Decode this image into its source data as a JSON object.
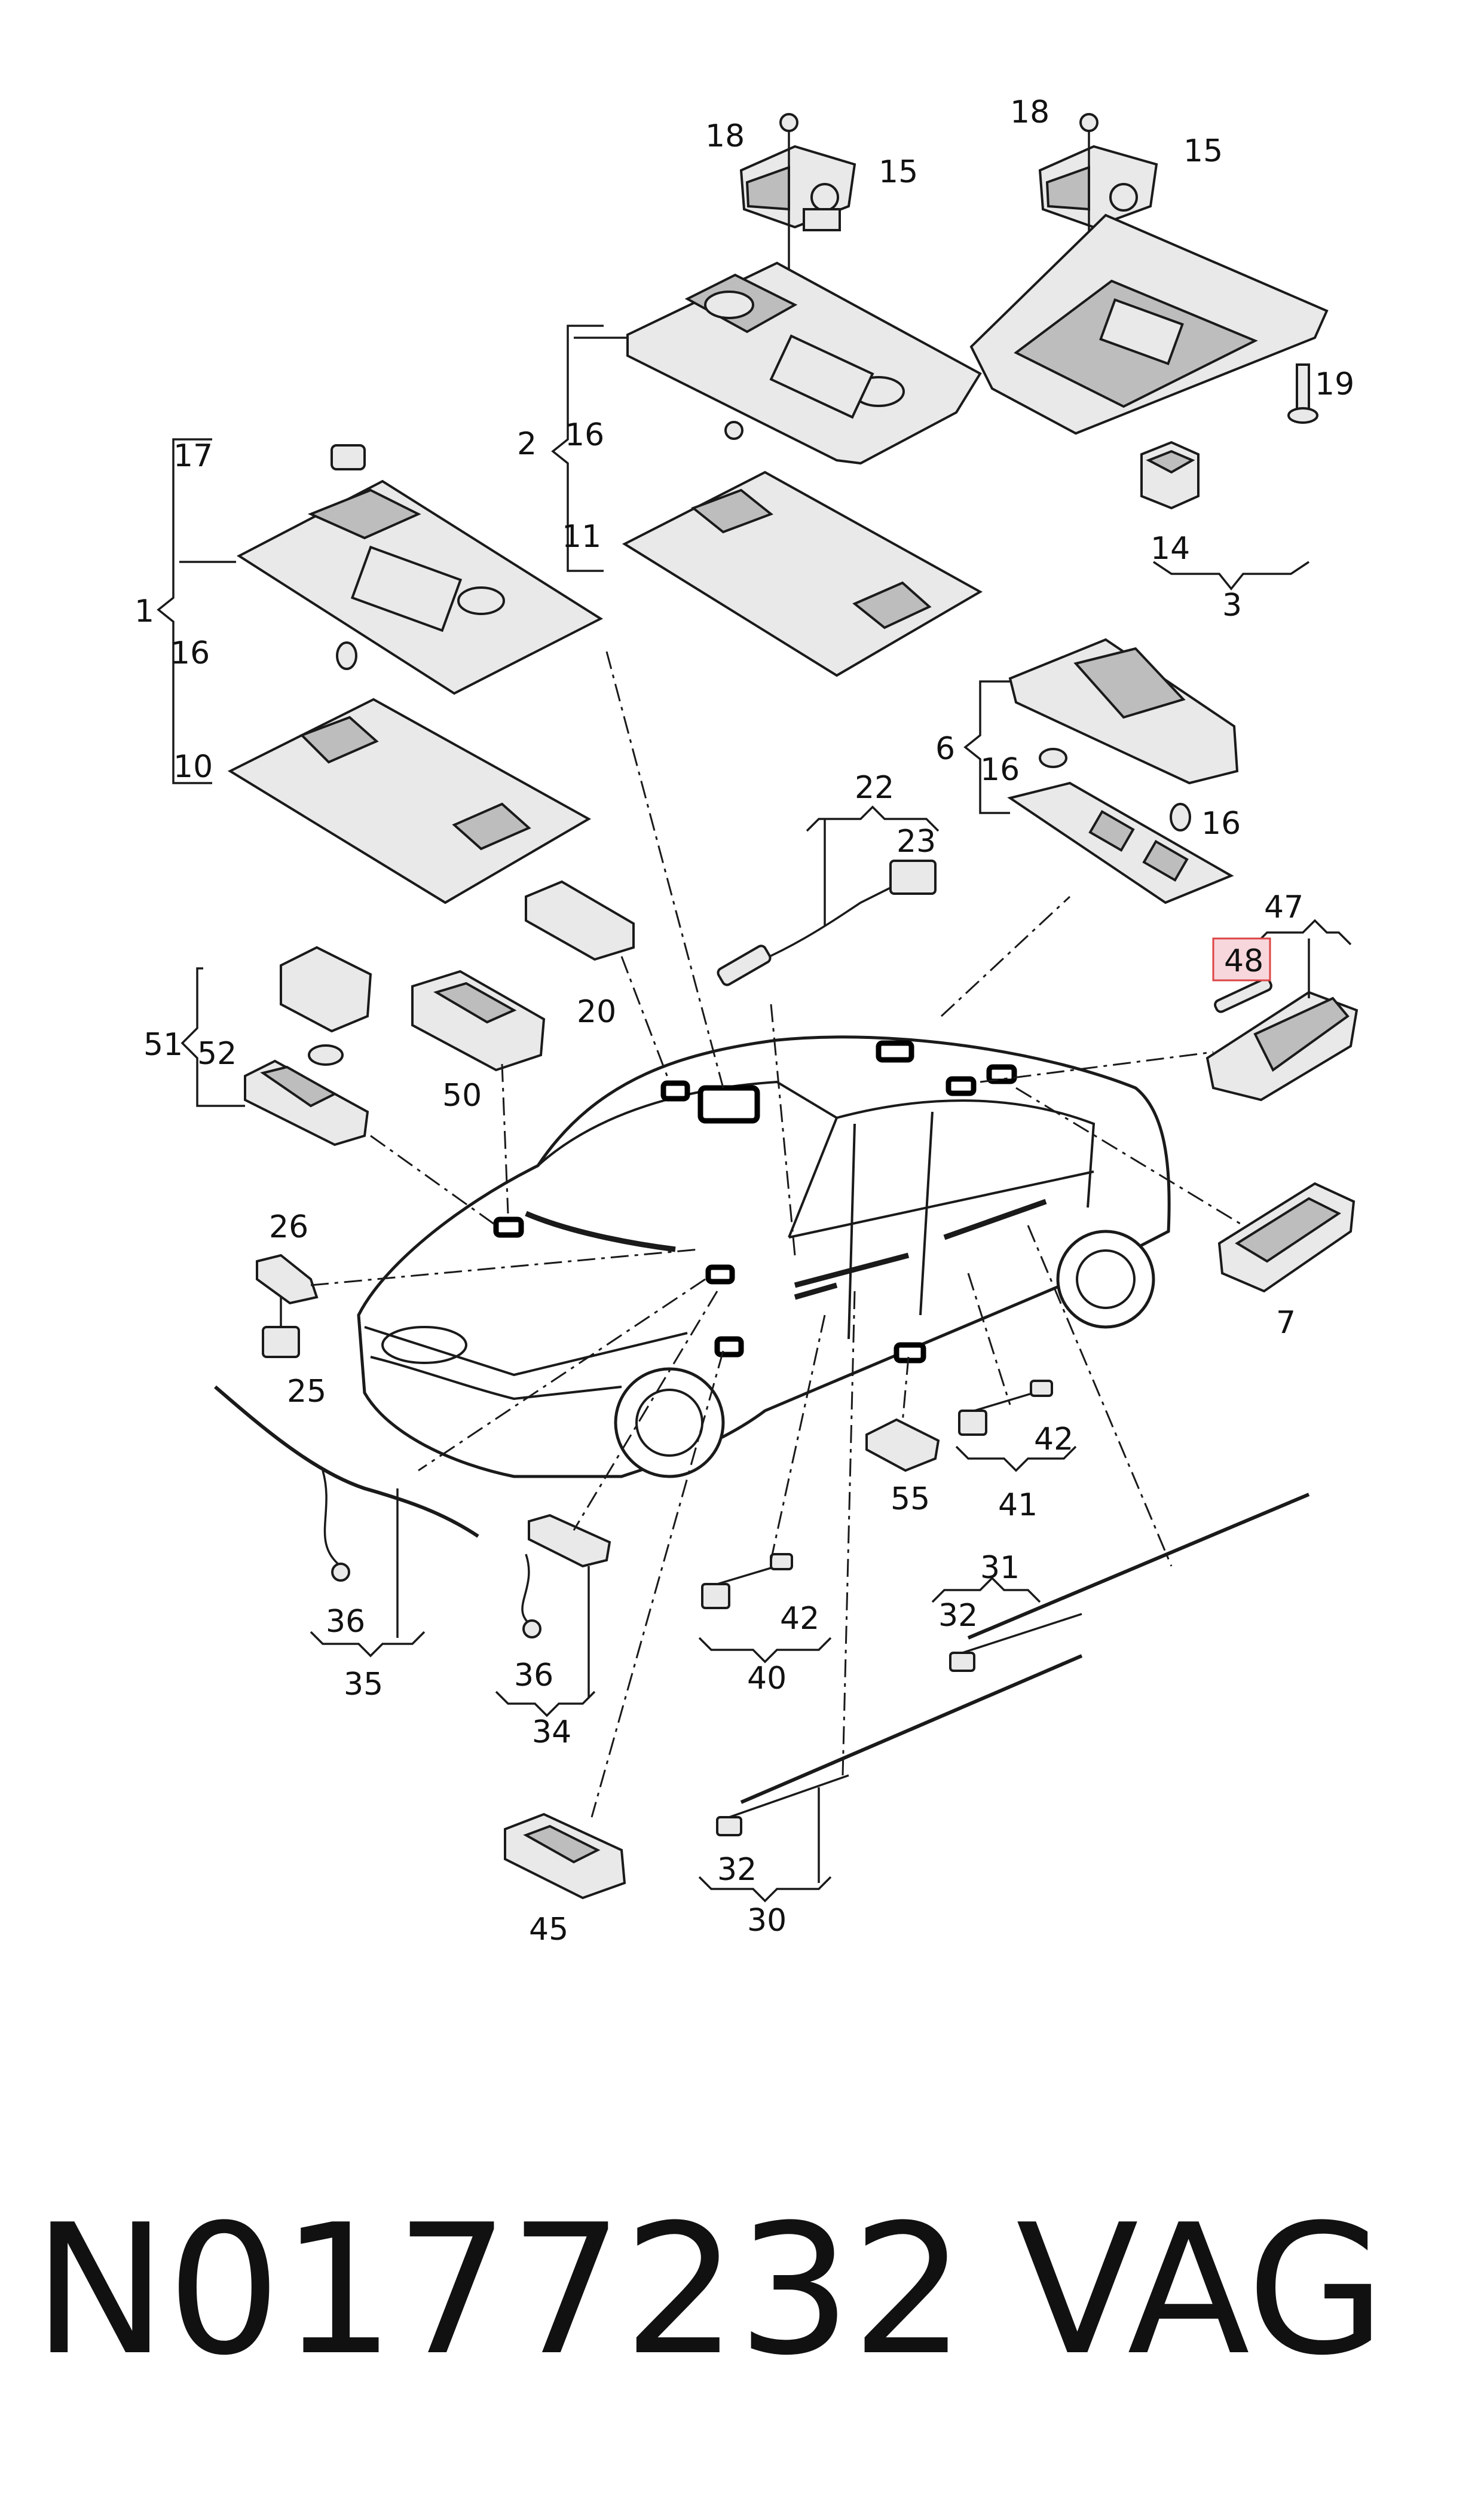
{
  "labels": {
    "l1": "1",
    "l2": "2",
    "l3": "3",
    "l6": "6",
    "l7": "7",
    "l10": "10",
    "l11": "11",
    "l14": "14",
    "l15a": "15",
    "l15b": "15",
    "l16a": "16",
    "l16b": "16",
    "l16c": "16",
    "l16d": "16",
    "l17": "17",
    "l18a": "18",
    "l18b": "18",
    "l19": "19",
    "l20": "20",
    "l22": "22",
    "l23": "23",
    "l25": "25",
    "l26": "26",
    "l30": "30",
    "l31": "31",
    "l32a": "32",
    "l32b": "32",
    "l34": "34",
    "l35": "35",
    "l36a": "36",
    "l36b": "36",
    "l40": "40",
    "l41": "41",
    "l42a": "42",
    "l42b": "42",
    "l45": "45",
    "l47": "47",
    "l48": "48",
    "l50": "50",
    "l51": "51",
    "l52": "52",
    "l55": "55"
  },
  "footer": {
    "part_number": "N0177232",
    "brand": "VAG"
  },
  "highlight_color": "#f7d7dc"
}
